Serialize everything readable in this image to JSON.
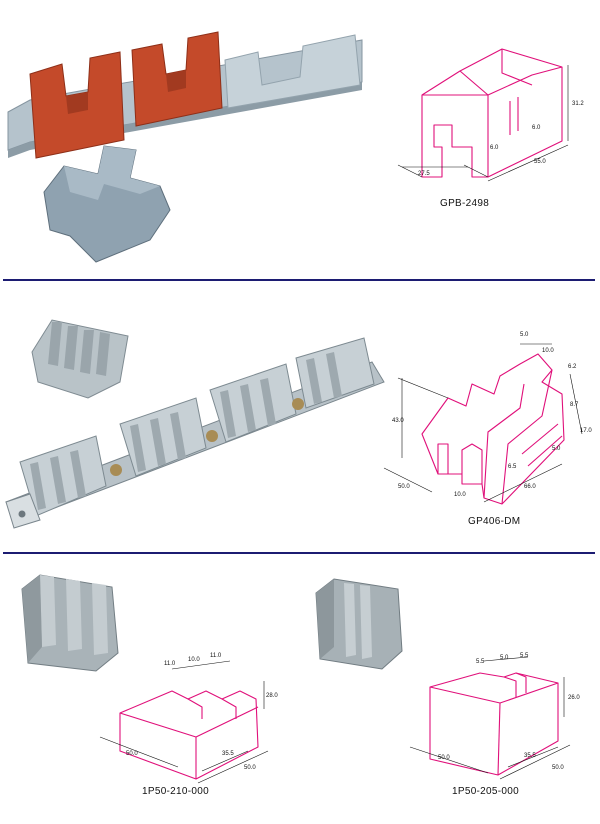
{
  "products": [
    {
      "code": "GPB-2498",
      "dimensions": [
        "27.5",
        "55.0",
        "31.2",
        "6.0",
        "6.0"
      ]
    },
    {
      "code": "GP406-DM",
      "dimensions": [
        "5.0",
        "10.0",
        "6.2",
        "8.7",
        "17.0",
        "43.0",
        "50.0",
        "10.0",
        "66.0",
        "6.5",
        "5.0"
      ]
    },
    {
      "code": "1P50-210-000",
      "dimensions": [
        "11.0",
        "10.0",
        "11.0",
        "28.0",
        "50.0",
        "35.5",
        "50.0"
      ]
    },
    {
      "code": "1P50-205-000",
      "dimensions": [
        "5.5",
        "5.0",
        "5.5",
        "26.0",
        "50.0",
        "35.5",
        "50.0"
      ]
    }
  ],
  "colors": {
    "divider": "#1c1c72",
    "drawing_line": "#e0107a",
    "terminal_red": "#c44a2a",
    "terminal_gray": "#a8b4bc",
    "background": "#ffffff"
  }
}
